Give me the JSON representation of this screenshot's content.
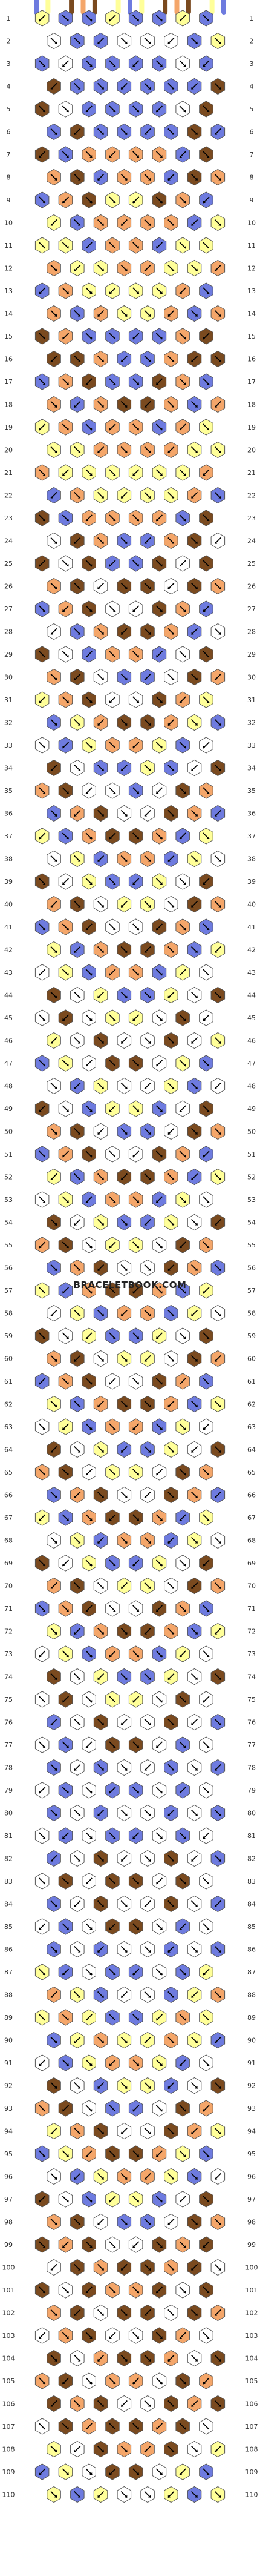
{
  "meta": {
    "watermark": "BRACELETBOOK.COM",
    "row_labels_left": [
      "1",
      "2",
      "3",
      "4",
      "5",
      "6",
      "7",
      "8",
      "9",
      "10",
      "11",
      "12",
      "13",
      "14",
      "15",
      "16",
      "17",
      "18",
      "19",
      "20",
      "21",
      "22",
      "23",
      "24",
      "25",
      "26",
      "27",
      "28",
      "29",
      "30",
      "31",
      "32",
      "33",
      "34",
      "35",
      "36",
      "37",
      "38",
      "39",
      "40",
      "41",
      "42",
      "43",
      "44",
      "45",
      "46",
      "47",
      "48",
      "49",
      "50",
      "51",
      "52",
      "53",
      "54",
      "55",
      "56",
      "57",
      "58",
      "59",
      "60",
      "61",
      "62",
      "63",
      "64",
      "65",
      "66",
      "67",
      "68",
      "69",
      "70",
      "71",
      "72",
      "73",
      "74",
      "75",
      "76",
      "77",
      "78",
      "79",
      "80",
      "81",
      "82",
      "83",
      "84",
      "85",
      "86",
      "87",
      "88",
      "89",
      "90",
      "91",
      "92",
      "93",
      "94",
      "95",
      "96",
      "97",
      "98",
      "99",
      "100",
      "101",
      "102",
      "103",
      "104",
      "105",
      "106",
      "107",
      "108",
      "109",
      "110"
    ],
    "row_labels_right": [
      "1",
      "2",
      "3",
      "4",
      "5",
      "6",
      "7",
      "8",
      "9",
      "10",
      "11",
      "12",
      "13",
      "14",
      "15",
      "16",
      "17",
      "18",
      "19",
      "20",
      "21",
      "22",
      "23",
      "24",
      "25",
      "26",
      "27",
      "28",
      "29",
      "30",
      "31",
      "32",
      "33",
      "34",
      "35",
      "36",
      "37",
      "38",
      "39",
      "40",
      "41",
      "42",
      "43",
      "44",
      "45",
      "46",
      "47",
      "48",
      "49",
      "50",
      "51",
      "52",
      "53",
      "54",
      "55",
      "56",
      "57",
      "58",
      "59",
      "60",
      "61",
      "62",
      "63",
      "64",
      "65",
      "66",
      "67",
      "68",
      "69",
      "70",
      "71",
      "72",
      "73",
      "74",
      "75",
      "76",
      "77",
      "78",
      "79",
      "80",
      "81",
      "82",
      "83",
      "84",
      "85",
      "86",
      "87",
      "88",
      "89",
      "90",
      "91",
      "92",
      "93",
      "94",
      "95",
      "96",
      "97",
      "98",
      "99",
      "100",
      "101",
      "102",
      "103",
      "104",
      "105",
      "106",
      "107",
      "108",
      "109",
      "110"
    ]
  },
  "colors": {
    "A": "#6E7BDF",
    "B": "#FFFF99",
    "C": "#FFFFFF",
    "D": "#7A4A1F",
    "E": "#F4A66A"
  },
  "strings_top": [
    "A",
    "B",
    "C",
    "D",
    "E",
    "D",
    "C",
    "B",
    "A",
    "B",
    "C",
    "D",
    "E",
    "D",
    "C",
    "B",
    "A"
  ],
  "knot_rows": [
    "BAABAABA",
    "CAACCCAB",
    "ACAAAACA",
    "DAAAAAAD",
    "DCAAAACD",
    "ADAAAADA",
    "DAEEEEAD",
    "EDAEEADE",
    "AEDBBDEA",
    "BAEEEEAB",
    "BBAEEABB",
    "EBBEEBBE",
    "AEBBBBEA",
    "EAEBBEAE",
    "DEAAAAED",
    "DDEAAEDD",
    "AEDAADEA",
    "EAEDDEAE",
    "BEAEEAEB",
    "BBEEEEBB",
    "EBBBBBBE",
    "AEBBBBEA",
    "DAEEEEAD",
    "CDEAAEDC",
    "DCDAADCD",
    "EDCDDCDE",
    "AEDCCDEA",
    "CAEDDEAC",
    "DCAEEACD",
    "EDCAACDE",
    "BEDCCDEB",
    "ABEDDEBA",
    "CABEEBAC",
    "DCAABACD",
    "EDCCACDE",
    "AEDCCDEA",
    "BAEDDEAB",
    "CBAEEABC",
    "DCBAABCD",
    "EDCBBCDE",
    "AEDCCDEA",
    "BAEDDEAB",
    "CBAEEABC",
    "DCBAABCD",
    "CDCBBCDC",
    "BCDCCDCB",
    "ABCDDCBA",
    "CABCCBAC",
    "DCABBACD",
    "EDCAACDE",
    "AEDCCDEA",
    "BAEDDEAB",
    "CBAEEABC",
    "DCBAABCD",
    "EDCBBCDE",
    "AEDCCDEA",
    "BAEDDEAB",
    "CBAEEABC",
    "DCBAABCD",
    "EDCBBCDE",
    "AEDCCDEA",
    "BAEDDEAB",
    "CBAEEABC",
    "DCBAABCD",
    "EDCBBCDE",
    "AEDCCDEA",
    "BAEDDEAB",
    "CBAEEABC",
    "DCBAABCD",
    "EDCBBCDE",
    "AEDCCDEA",
    "BAEDDEAB",
    "CBAEEABC",
    "DCBAABCD",
    "CDCBBCDC",
    "ACDCCDCA",
    "CACDDCAC",
    "ACACCACA",
    "CACAACAC",
    "ACACCACA",
    "CACAACAC",
    "ACDCCDCA",
    "CDCDDCDC",
    "ACDCCDCA",
    "CACDDCAC",
    "ACACCACA",
    "BACAACAB",
    "EBACCABE",
    "BEBAABEB",
    "ABEBBEBA",
    "CABEEBAC",
    "DCABBACD",
    "EDCAACDE",
    "BEDCCDEB",
    "ABEDDEBA",
    "CABEEBAC",
    "DCABBACD",
    "EDCAACDE",
    "DEDCCDED",
    "CDEDDEDC",
    "DCDEEDCD",
    "EDCDDCDE",
    "CEDCCDEC",
    "DCEDDECD",
    "EDCEECDE",
    "DEDCCDED",
    "CDEDDEDC",
    "BCDEEDCB",
    "ABCDDCBA",
    "BABCCBAB"
  ]
}
